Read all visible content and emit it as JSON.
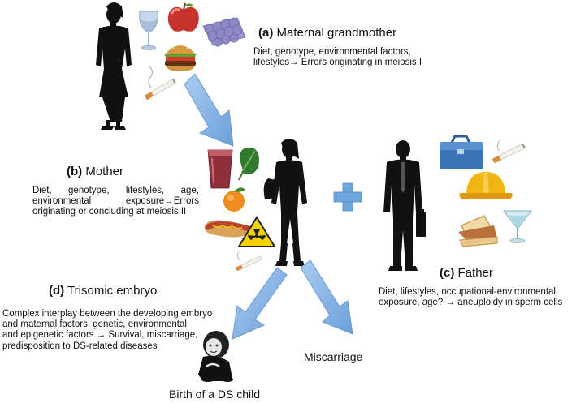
{
  "sections": {
    "grandmother": {
      "letter": "(a)",
      "title": "Maternal grandmother",
      "line1": "Diet, genotype, environmental factors,",
      "line2": "lifestyles→ Errors originating in meiosis I"
    },
    "mother": {
      "letter": "(b)",
      "title": "Mother",
      "line1": "Diet, genotype, lifestyles, age,",
      "line2": "environmental exposure→Errors",
      "line3": "originating or concluding at meiosis II"
    },
    "father": {
      "letter": "(c)",
      "title": "Father",
      "line1": "Diet, lifestyles, occupational-environmental",
      "line2": "exposure, age? → aneuploidy in sperm cells"
    },
    "embryo": {
      "letter": "(d)",
      "title": "Trisomic embryo",
      "line1": "Complex interplay between the developing embryo",
      "line2": "and maternal factors: genetic, environmental",
      "line3": "and epigenetic factors → Survival, miscarriage,",
      "line4": "predisposition to DS-related diseases"
    }
  },
  "outcomes": {
    "miscarriage": "Miscarriage",
    "birth": "Birth of a DS child"
  },
  "colors": {
    "arrow": "#8cb8e8",
    "arrow_edge": "#6a9bd4",
    "plus": "#6fa6e0",
    "silhouette": "#111111",
    "wine": "#c8d8ec",
    "apple": "#c8322c",
    "grapes": "#8e88c4",
    "briefcase": "#3c74b8",
    "hardhat": "#f2b413",
    "juice": "#8e2f3a",
    "spinach": "#2f7a2c",
    "orange": "#ee8c1e",
    "radiation": "#f4d100"
  },
  "icons": [
    "woman-silhouette-icon",
    "wine-glass-icon",
    "apple-icon",
    "grapes-icon",
    "burger-icon",
    "cigarette-icon",
    "juice-glass-icon",
    "spinach-icon",
    "orange-icon",
    "hotdog-icon",
    "radiation-icon",
    "man-silhouette-icon",
    "briefcase-icon",
    "hardhat-icon",
    "sandwich-icon",
    "cocktail-icon",
    "plus-icon",
    "baby-icon"
  ]
}
